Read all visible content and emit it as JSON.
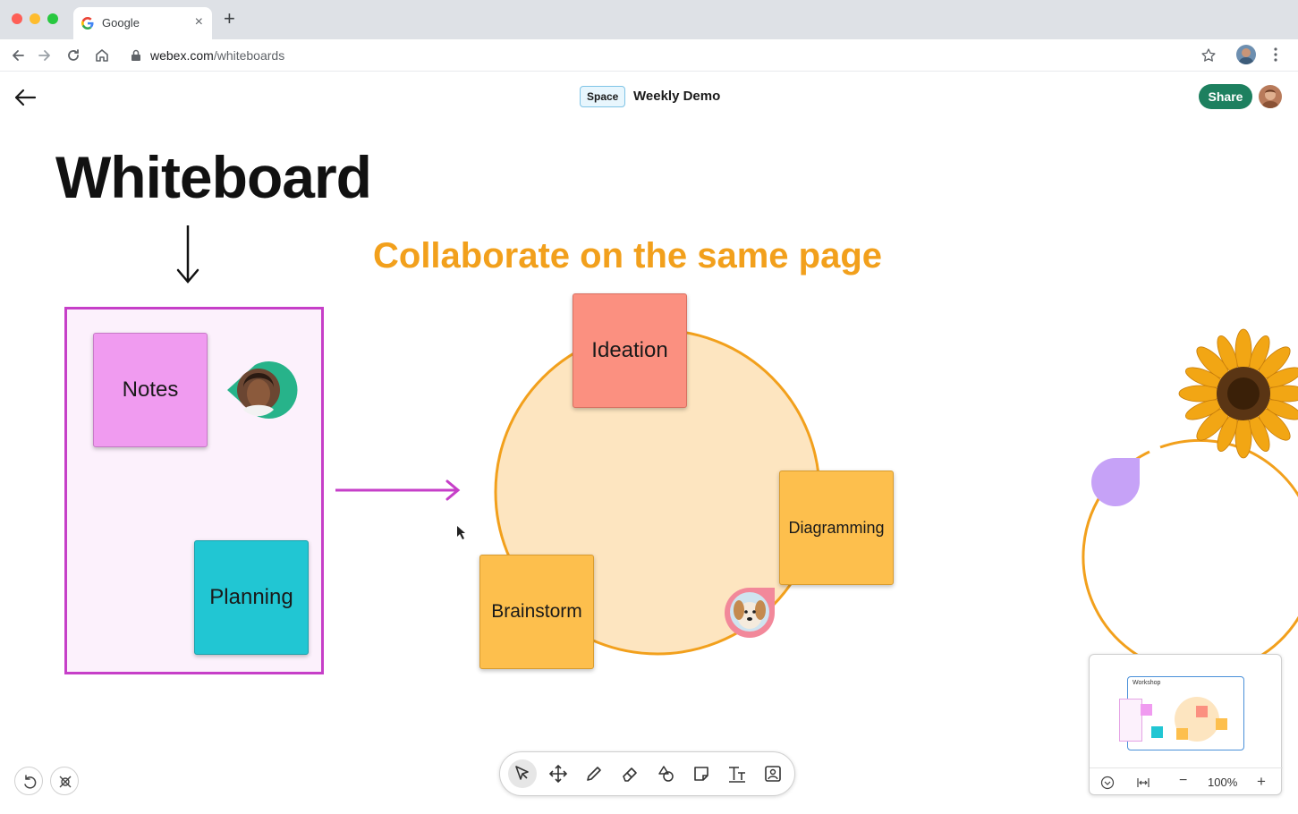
{
  "browser": {
    "tab_title": "Google",
    "new_tab_symbol": "+",
    "close_symbol": "×",
    "url_host": "webex.com",
    "url_path": "/whiteboards",
    "icons": [
      "google-favicon",
      "back-icon",
      "forward-icon",
      "reload-icon",
      "home-icon",
      "lock-icon",
      "star-icon",
      "kebab-icon"
    ]
  },
  "header": {
    "space_badge": "Space",
    "title": "Weekly Demo",
    "share_label": "Share",
    "back_icon": "back-arrow-icon"
  },
  "canvas": {
    "title": "Whiteboard",
    "heading": "Collaborate on the same page",
    "heading_color": "#f2a01c",
    "group_color": "#c63fc8",
    "stickies": {
      "notes": "Notes",
      "planning": "Planning",
      "ideation": "Ideation",
      "diagramming": "Diagramming",
      "brainstorm": "Brainstorm"
    },
    "sticky_colors": {
      "notes": "#f09bf0",
      "planning": "#21c6d3",
      "ideation": "#fb9080",
      "diagramming": "#fdbf4d",
      "brainstorm": "#fdbf4d"
    }
  },
  "toolbar": {
    "tools": [
      "select-tool",
      "pan-tool",
      "pen-tool",
      "eraser-tool",
      "shapes-tool",
      "sticky-note-tool",
      "text-tool",
      "image-tool"
    ],
    "active_tool": "select-tool"
  },
  "minimap": {
    "label": "Workshop",
    "zoom": "100%",
    "minus": "−",
    "plus": "+"
  },
  "colors": {
    "accent_share": "#1d805f",
    "space_badge_border": "#7fc4e6"
  }
}
